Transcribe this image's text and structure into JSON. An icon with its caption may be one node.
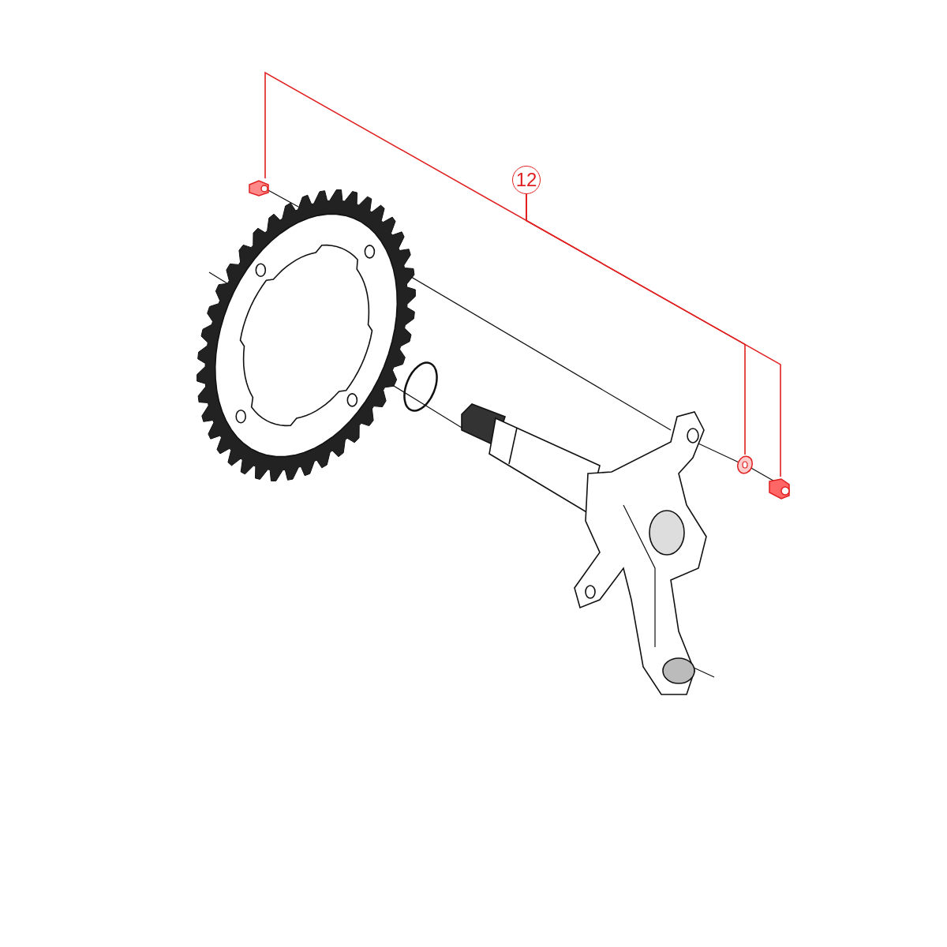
{
  "diagram": {
    "nodes": [
      {
        "text": [
          "12"
        ]
      },
      {
        "text": [],
        "shape": "picture"
      },
      {
        "text": [],
        "shape": "picture"
      },
      {
        "text": [],
        "shape": "picture"
      }
    ],
    "edges": [
      {
        "from": 0,
        "to": 1,
        "arrow": "none"
      },
      {
        "from": 0,
        "to": 2,
        "arrow": "none"
      },
      {
        "from": 0,
        "to": 3,
        "arrow": "none"
      }
    ]
  }
}
